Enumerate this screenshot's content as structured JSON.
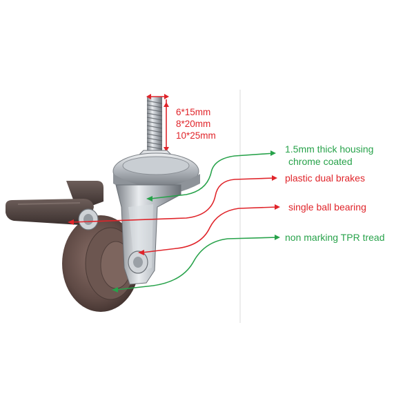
{
  "dimensions": [
    "6*15mm",
    "8*20mm",
    "10*25mm"
  ],
  "callouts": [
    {
      "id": "housing",
      "lines": [
        "1.5mm thick housing",
        "chrome coated"
      ],
      "color": "#27a24a"
    },
    {
      "id": "brakes",
      "lines": [
        "plastic dual brakes"
      ],
      "color": "#e0242a"
    },
    {
      "id": "bearing",
      "lines": [
        "single ball bearing"
      ],
      "color": "#e0242a"
    },
    {
      "id": "tread",
      "lines": [
        "non marking TPR tread"
      ],
      "color": "#27a24a"
    }
  ],
  "colors": {
    "green": "#27a24a",
    "red": "#e0242a",
    "divider": "#d9d9d9"
  }
}
